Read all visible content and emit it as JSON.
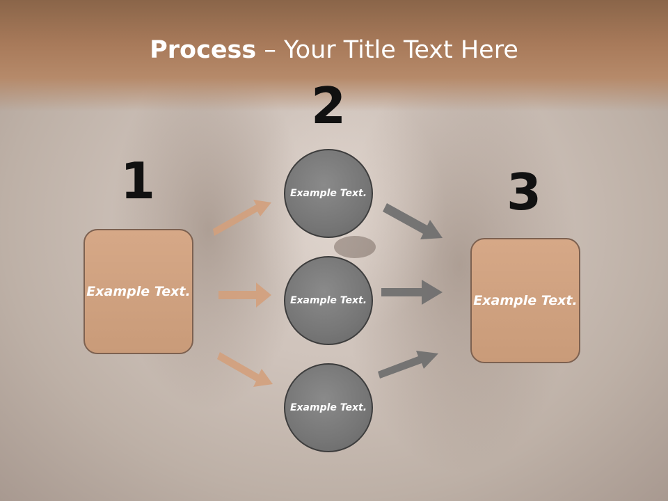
{
  "title": {
    "bold": "Process",
    "rest": " – Your Title Text Here"
  },
  "steps": [
    {
      "number": "1",
      "label": "Example Text."
    },
    {
      "number": "2"
    },
    {
      "number": "3",
      "label": "Example Text."
    }
  ],
  "circles": [
    {
      "label": "Example Text."
    },
    {
      "label": "Example Text."
    },
    {
      "label": "Example Text."
    }
  ],
  "colors": {
    "header": "#a87a5a",
    "box_fill": "#cf9f7e",
    "circle_fill": "#767676",
    "left_arrows": "#d3a07c",
    "right_arrows": "#6e6e6e"
  }
}
